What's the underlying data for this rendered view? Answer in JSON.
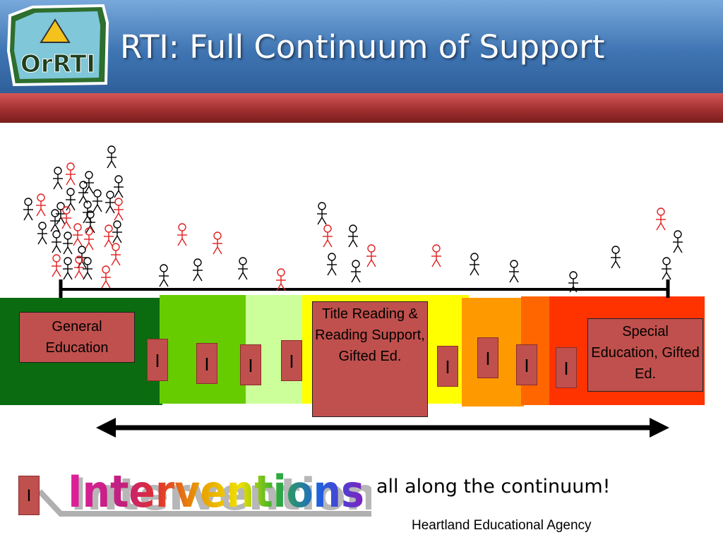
{
  "slide": {
    "title": "RTI: Full Continuum of Support",
    "logo_text": "OrRTI",
    "footer": "Heartland Educational Agency"
  },
  "tiers": {
    "general": "General Education",
    "title": "Title Reading & Reading Support, Gifted Ed.",
    "special": "Special Education, Gifted Ed."
  },
  "intervention_marker": "I",
  "legend": {
    "marker": "I",
    "word": "Interventions",
    "phrase": "all along the continuum!"
  },
  "colors": {
    "header": "#3f75b3",
    "bar": "#a23030",
    "tier_box": "#c0504d",
    "bands": [
      "#0a6b10",
      "#66cc00",
      "#ccff99",
      "#ffff00",
      "#ff9900",
      "#ff6600",
      "#ff3300"
    ],
    "figure_black": "#000000",
    "figure_red": "#e02020"
  }
}
